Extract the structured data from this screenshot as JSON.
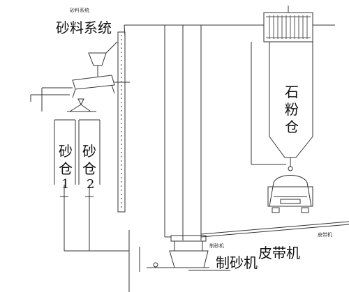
{
  "labels": {
    "sand_system_small": "砂料系统",
    "sand_system": "砂料系统",
    "top_small_1": "",
    "top_small_2": "",
    "sand_bin_1_text": "砂仓",
    "sand_bin_1_num": "1",
    "sand_bin_2_text": "砂仓",
    "sand_bin_2_num": "2",
    "stone_powder_bin": "石粉仓",
    "sand_maker_small": "制砂机",
    "sand_maker": "制砂机",
    "belt_small": "皮带机",
    "belt": "皮带机"
  },
  "colors": {
    "line": "#333333",
    "dust_cap": "#555555"
  }
}
